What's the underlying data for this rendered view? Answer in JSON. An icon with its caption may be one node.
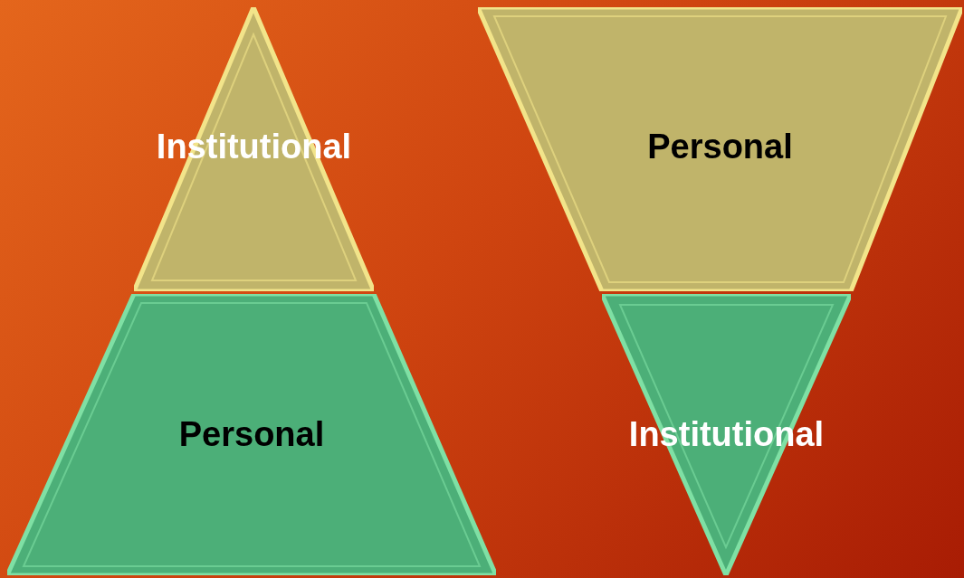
{
  "diagram": {
    "nodes": [
      {
        "text": [
          "Institutional"
        ]
      },
      {
        "text": [
          "Personal"
        ]
      },
      {
        "text": [
          "Personal"
        ]
      },
      {
        "text": [
          "Institutional"
        ]
      }
    ]
  }
}
